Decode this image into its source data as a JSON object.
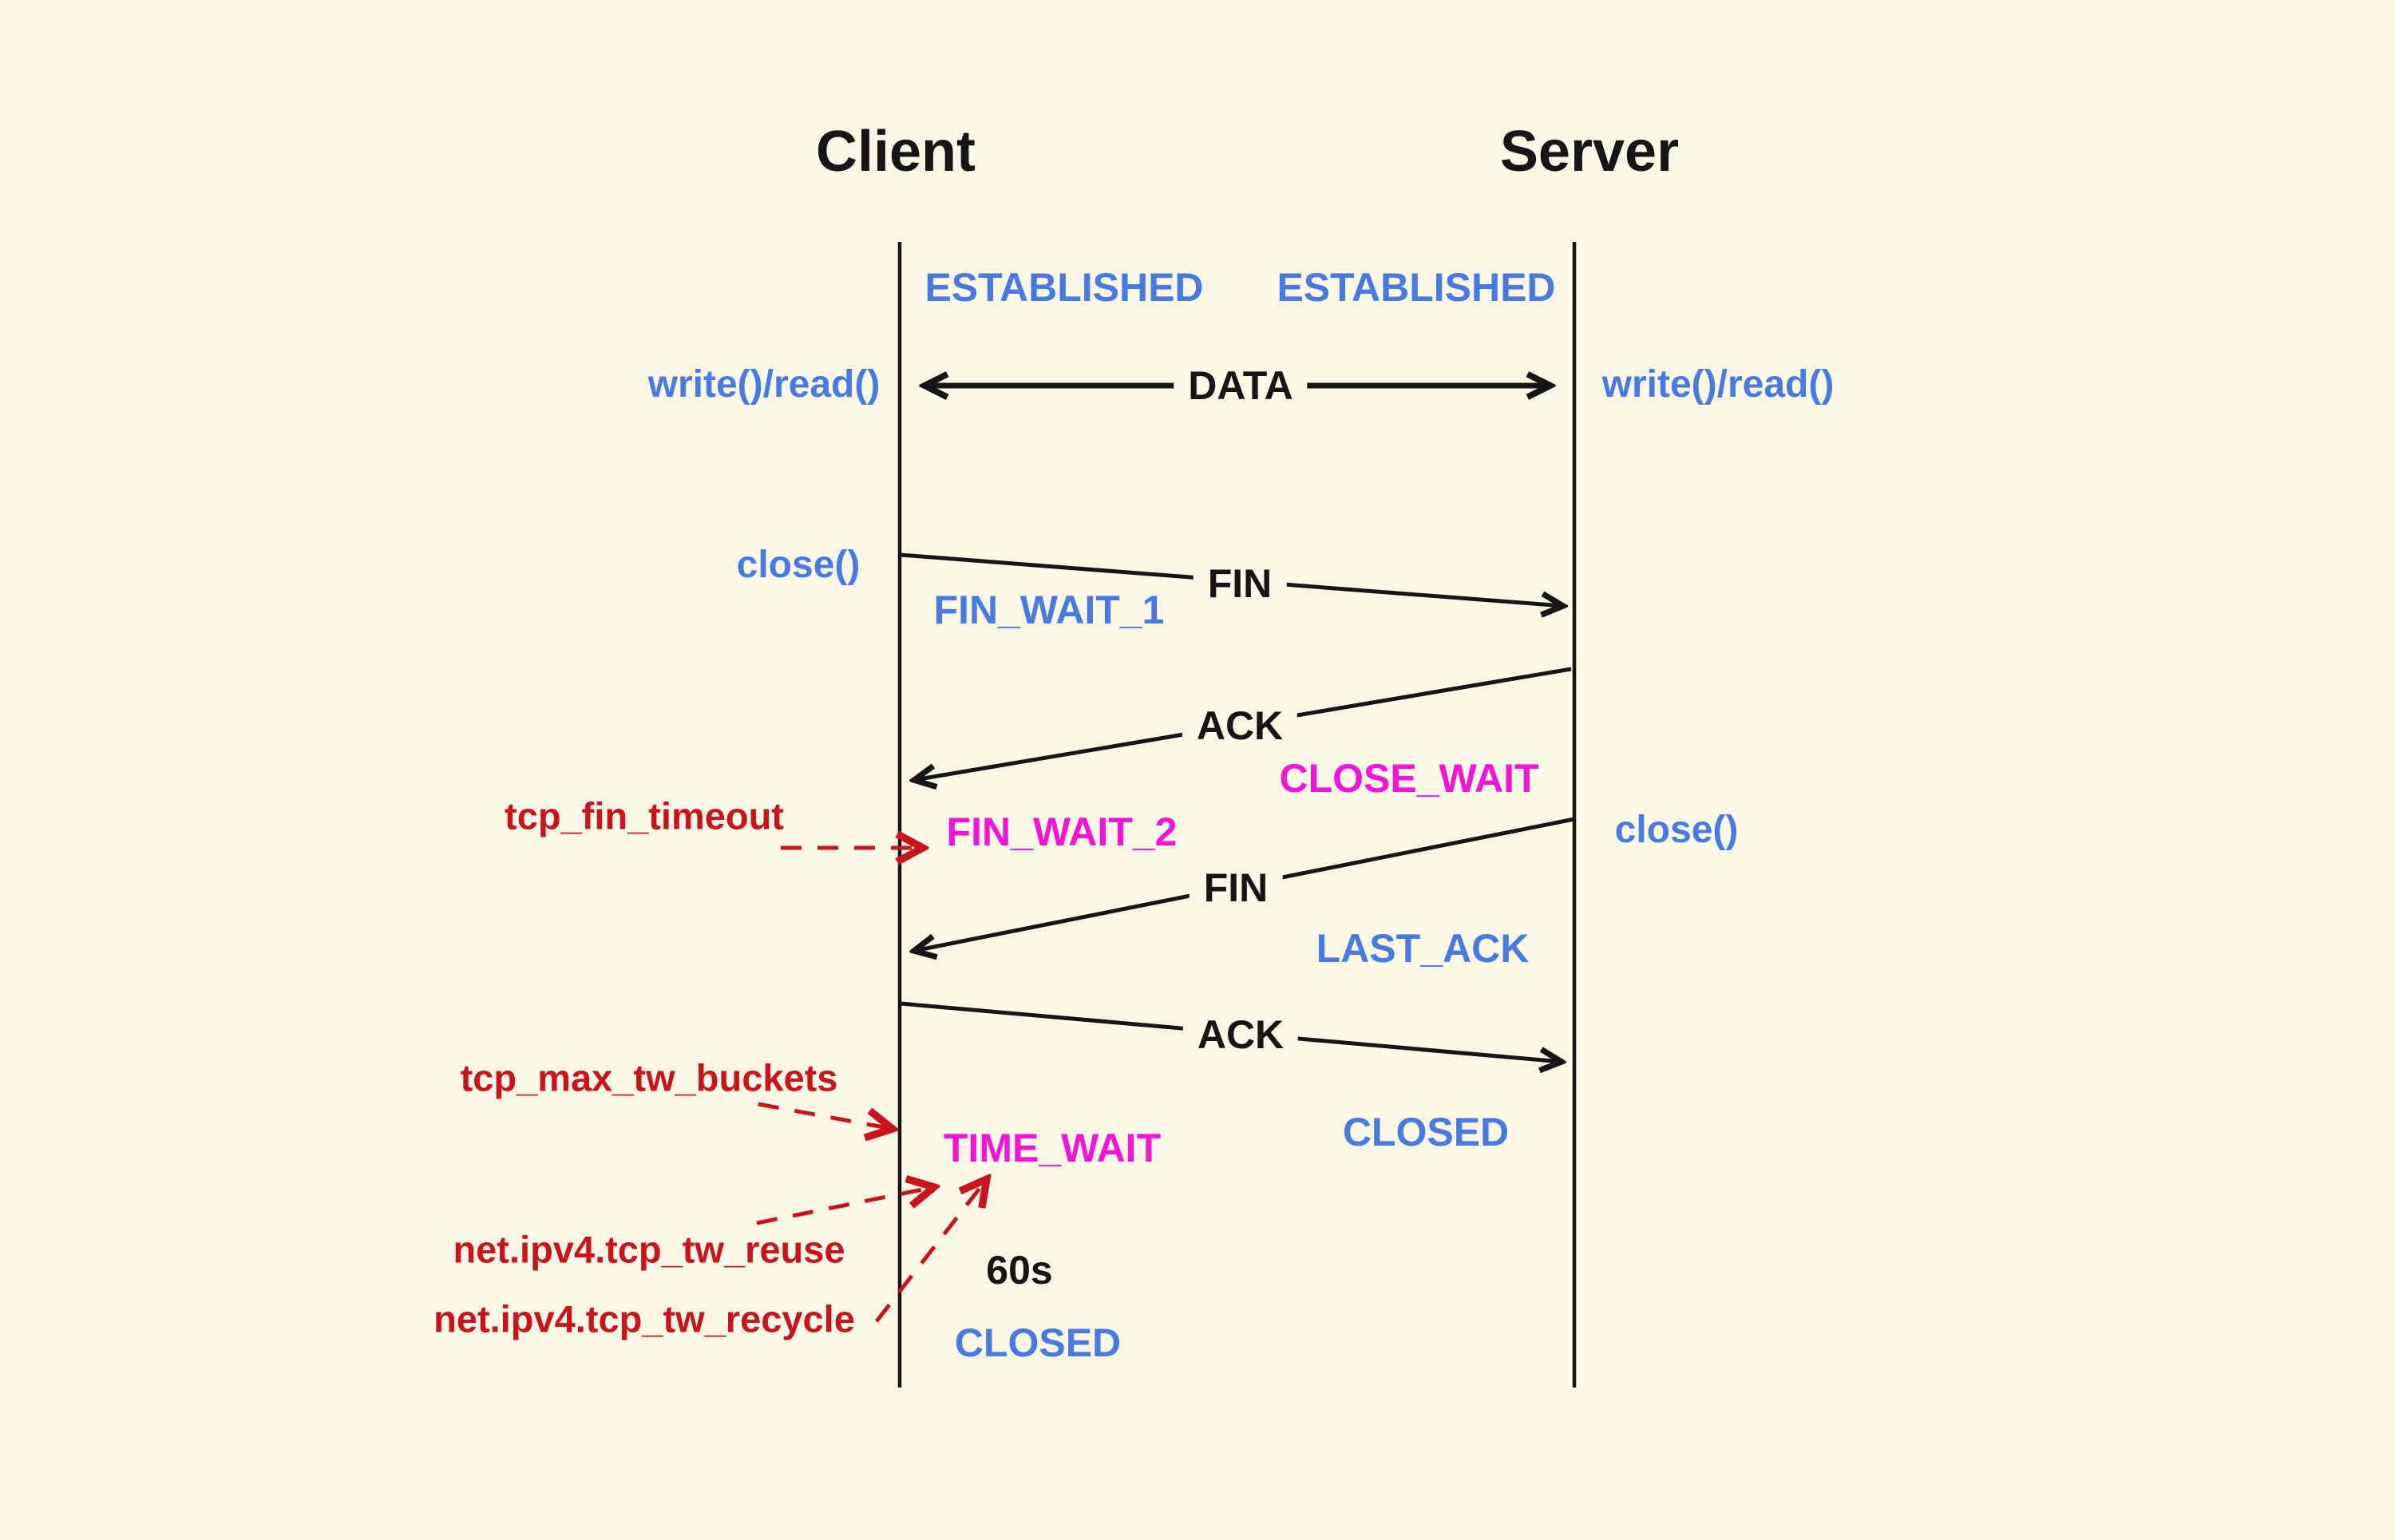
{
  "colors": {
    "bg": "#FAF7E7",
    "ink": "#161616",
    "blue": "#4A79DF",
    "magenta": "#F216D4",
    "red": "#C8151B"
  },
  "actors": {
    "client": "Client",
    "server": "Server"
  },
  "client_column": {
    "established": "ESTABLISHED",
    "write_read": "write()/read()",
    "close": "close()",
    "fin_wait_1": "FIN_WAIT_1",
    "fin_wait_2": "FIN_WAIT_2",
    "time_wait": "TIME_WAIT",
    "timer": "60s",
    "closed": "CLOSED"
  },
  "server_column": {
    "established": "ESTABLISHED",
    "write_read": "write()/read()",
    "close_wait": "CLOSE_WAIT",
    "close": "close()",
    "last_ack": "LAST_ACK",
    "closed": "CLOSED"
  },
  "messages": {
    "data": "DATA",
    "fin1": "FIN",
    "ack1": "ACK",
    "fin2": "FIN",
    "ack2": "ACK"
  },
  "sysctl": {
    "tcp_fin_timeout": "tcp_fin_timeout",
    "tcp_max_tw_buckets": "tcp_max_tw_buckets",
    "tcp_tw_reuse": "net.ipv4.tcp_tw_reuse",
    "tcp_tw_recycle": "net.ipv4.tcp_tw_recycle"
  }
}
